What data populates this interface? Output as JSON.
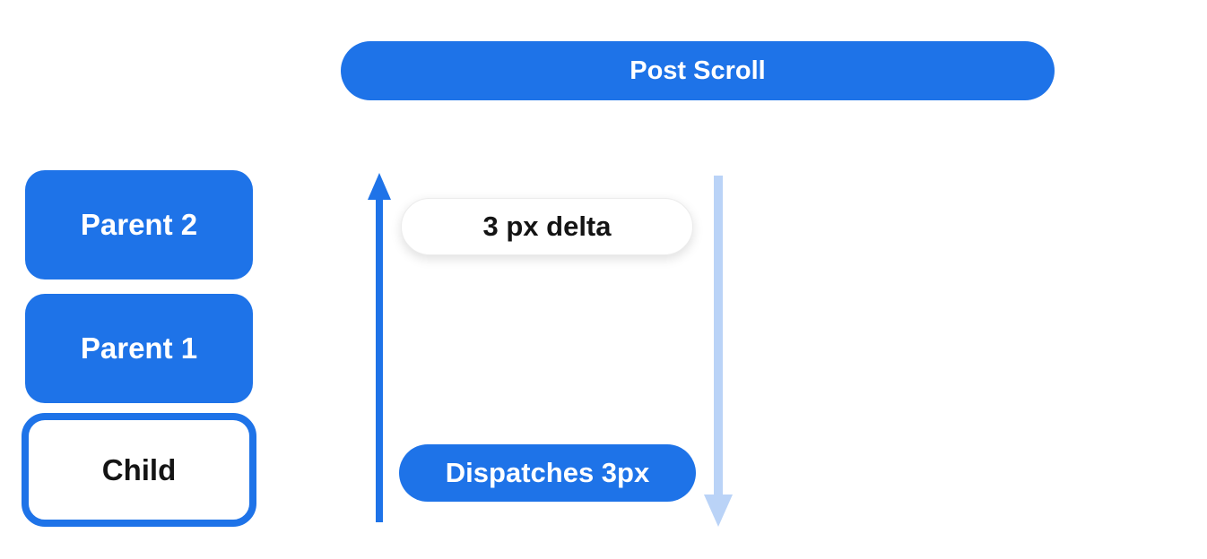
{
  "header": {
    "title": "Post Scroll"
  },
  "boxes": [
    {
      "label": "Parent 2",
      "variant": "filled"
    },
    {
      "label": "Parent 1",
      "variant": "filled"
    },
    {
      "label": "Child",
      "variant": "outlined"
    }
  ],
  "annotations": {
    "delta_label": "3 px delta",
    "dispatch_label": "Dispatches 3px"
  },
  "icons": {
    "up_arrow": "scroll-up-arrow",
    "down_arrow": "scroll-down-arrow"
  },
  "colors": {
    "primary_blue": "#1e73e8",
    "light_blue": "#bad3f7",
    "text_on_blue": "#ffffff",
    "text_dark": "#141414",
    "background": "#ffffff"
  }
}
